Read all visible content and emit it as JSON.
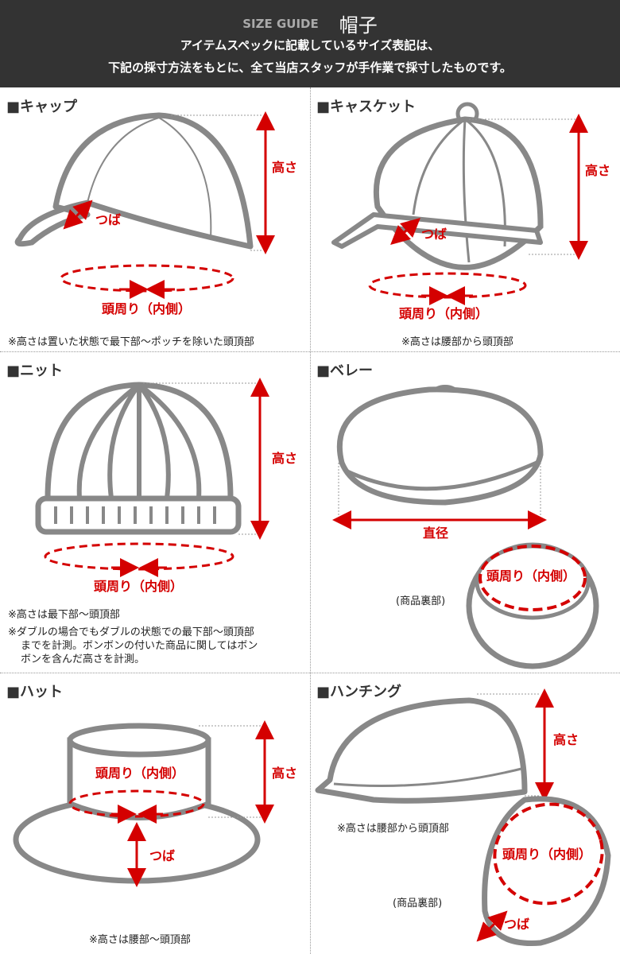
{
  "header": {
    "tag": "SIZE GUIDE",
    "title": "帽子",
    "line1": "アイテムスペックに記載しているサイズ表記は、",
    "line2": "下記の採寸方法をもとに、全て当店スタッフが手作業で採寸したものです。"
  },
  "panels": {
    "cap": {
      "title": "■キャップ",
      "height": "高さ",
      "brim": "つば",
      "head": "頭周り（内側）",
      "note": "※高さは置いた状態で最下部～ポッチを除いた頭頂部"
    },
    "casquette": {
      "title": "■キャスケット",
      "height": "高さ",
      "brim": "つば",
      "head": "頭周り（内側）",
      "note": "※高さは腰部から頭頂部"
    },
    "knit": {
      "title": "■ニット",
      "height": "高さ",
      "head": "頭周り（内側）",
      "note1": "※高さは最下部～頭頂部",
      "note2": "※ダブルの場合でもダブルの状態での最下部～頭頂部",
      "note3": "までを計測。ボンボンの付いた商品に関してはボン",
      "note4": "ボンを含んだ高さを計測。"
    },
    "beret": {
      "title": "■ベレー",
      "diameter": "直径",
      "head": "頭周り（内側）",
      "inside": "(商品裏部)"
    },
    "hat": {
      "title": "■ハット",
      "height": "高さ",
      "brim": "つば",
      "head": "頭周り（内側）",
      "note": "※高さは腰部～頭頂部"
    },
    "hunting": {
      "title": "■ハンチング",
      "height": "高さ",
      "head": "頭周り（内側）",
      "inside": "(商品裏部)",
      "brim": "つば",
      "note": "※高さは腰部から頭頂部"
    }
  },
  "colors": {
    "accent": "#d40000",
    "header_bg": "#333333",
    "outline": "#888888"
  }
}
